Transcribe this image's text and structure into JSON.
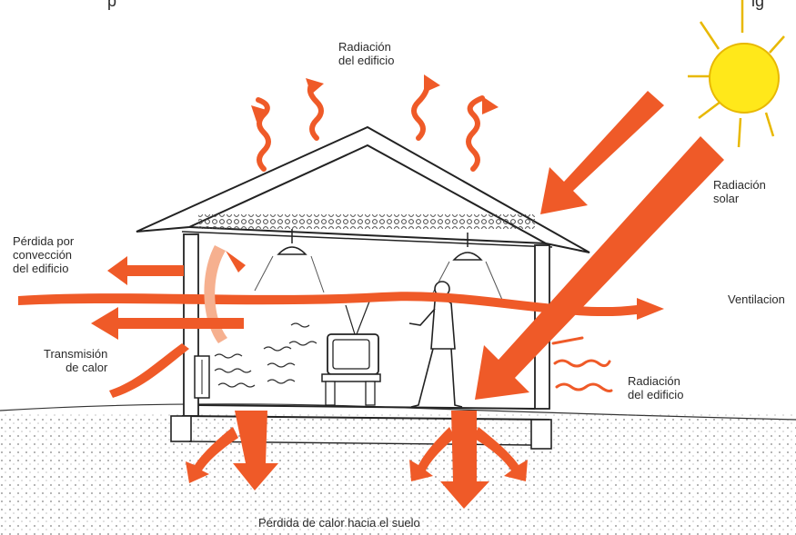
{
  "header": {
    "cropped_text": "p",
    "cropped_text_right": "ig"
  },
  "labels": {
    "roof_radiation": [
      "Radiación",
      "del edificio"
    ],
    "solar_radiation": [
      "Radiación",
      "solar"
    ],
    "convection_loss": [
      "Pérdida por",
      "convección",
      "del edificio"
    ],
    "ventilation": "Ventilacion",
    "transmission": [
      "Transmisión",
      "de calor"
    ],
    "wall_radiation": [
      "Radiación",
      "del edificio"
    ],
    "ground_loss": "Pérdida de calor hacia el suelo"
  },
  "colors": {
    "heat_arrow": "#ef5a28",
    "heat_arrow_dark": "#d2401c",
    "airflow_light": "#f6b08f",
    "sun_fill": "#ffe81a",
    "sun_stroke": "#e8b800",
    "ink": "#2a2a2a"
  },
  "icons": [
    "sun-icon",
    "person-icon",
    "television-icon",
    "lamp-icon",
    "radiator-icon"
  ]
}
